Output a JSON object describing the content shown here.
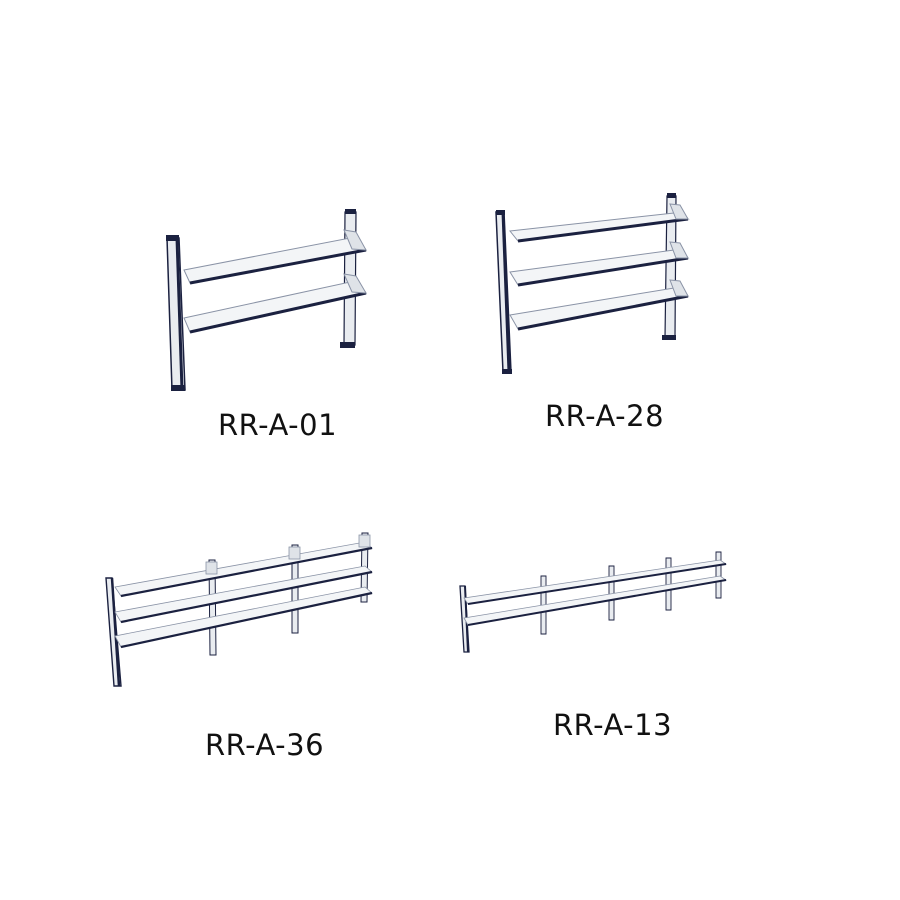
{
  "products": [
    {
      "code": "RR-A-01",
      "shelves": 2,
      "sections": 1
    },
    {
      "code": "RR-A-28",
      "shelves": 3,
      "sections": 1
    },
    {
      "code": "RR-A-36",
      "shelves": 3,
      "sections": 3
    },
    {
      "code": "RR-A-13",
      "shelves": 2,
      "sections": 4
    }
  ],
  "colors": {
    "background": "#ffffff",
    "frame_light": "#e9ecf0",
    "frame_dark": "#1b2140",
    "label": "#111111"
  }
}
